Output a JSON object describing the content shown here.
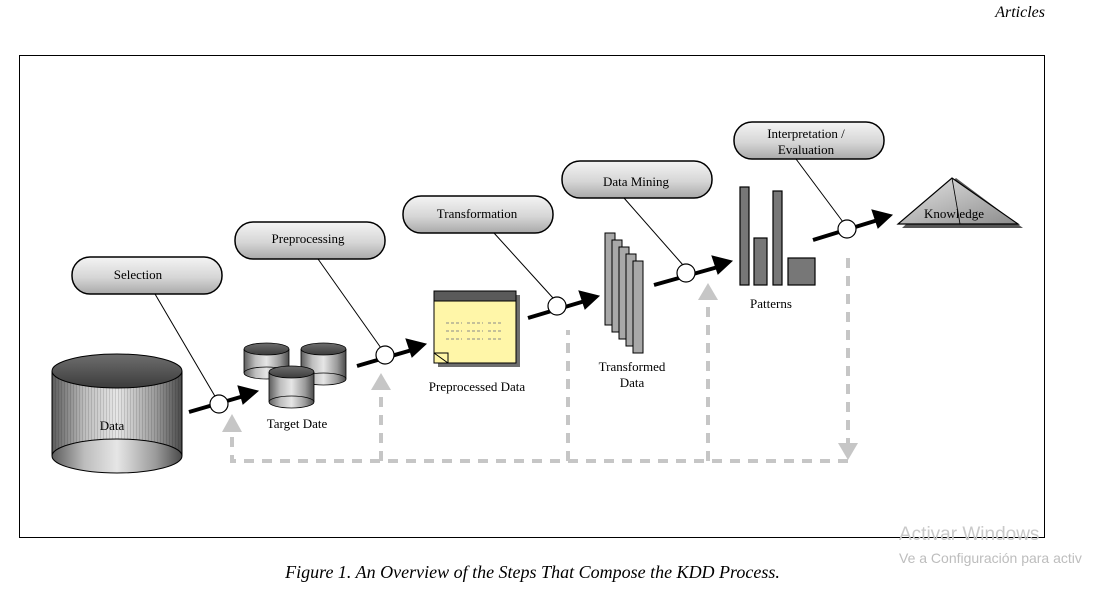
{
  "header": {
    "section_label": "Articles"
  },
  "diagram": {
    "steps": {
      "selection": "Selection",
      "preprocessing": "Preprocessing",
      "transformation": "Transformation",
      "data_mining": "Data Mining",
      "interpretation_line1": "Interpretation /",
      "interpretation_line2": "Evaluation"
    },
    "stores": {
      "data": "Data",
      "target": "Target Date",
      "preprocessed": "Preprocessed Data",
      "transformed_line1": "Transformed",
      "transformed_line2": "Data",
      "patterns": "Patterns",
      "knowledge": "Knowledge"
    }
  },
  "caption": "Figure 1. An Overview of the Steps That Compose the KDD Process.",
  "watermark": {
    "line1": "Activar Windows",
    "line2": "Ve a Configuración para activ"
  }
}
